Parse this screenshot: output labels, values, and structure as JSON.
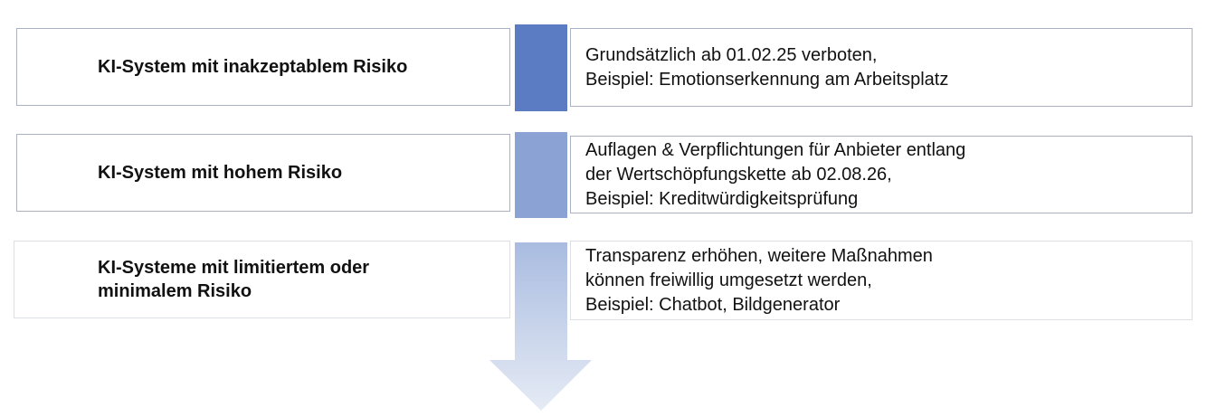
{
  "rows": [
    {
      "category": "KI-System mit inakzeptablem Risiko",
      "lines": [
        "Grundsätzlich ab 01.02.25 verboten,",
        "Beispiel: Emotionserkennung am Arbeitsplatz"
      ]
    },
    {
      "category": "KI-System mit hohem Risiko",
      "lines": [
        "Auflagen & Verpflichtungen für Anbieter entlang",
        "der Wertschöpfungskette ab 02.08.26,",
        "Beispiel: Kreditwürdigkeitsprüfung"
      ]
    },
    {
      "category_lines": [
        "KI-Systeme mit limitiertem oder",
        "minimalem Risiko"
      ],
      "lines": [
        "Transparenz erhöhen, weitere Maßnahmen",
        "können freiwillig umgesetzt werden,",
        "Beispiel: Chatbot, Bildgenerator"
      ]
    }
  ],
  "colors": {
    "high": "#5b7bc2",
    "medium": "#8aa2d4",
    "low_start": "#a9bce0",
    "low_end": "#e6ebf5"
  }
}
